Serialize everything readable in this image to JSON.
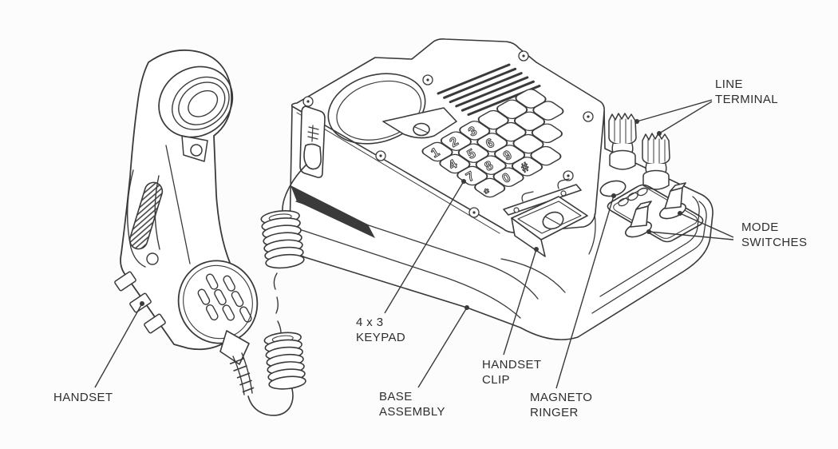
{
  "figure": {
    "description": "Line drawing of a digital field telephone: handset with coiled cord and base assembly",
    "colors": {
      "line": "#3a3a3a",
      "text": "#2e2e2e",
      "background": "#fcfcfc"
    },
    "labels": {
      "handset": {
        "line1": "HANDSET"
      },
      "keypad": {
        "line1": "4 x 3",
        "line2": "KEYPAD"
      },
      "base_assembly": {
        "line1": "BASE",
        "line2": "ASSEMBLY"
      },
      "handset_clip": {
        "line1": "HANDSET",
        "line2": "CLIP"
      },
      "magneto_ringer": {
        "line1": "MAGNETO",
        "line2": "RINGER"
      },
      "line_terminal": {
        "line1": "LINE",
        "line2": "TERMINAL"
      },
      "mode_switches": {
        "line1": "MODE",
        "line2": "SWITCHES"
      }
    },
    "keypad_keys": [
      "1",
      "2",
      "3",
      "4",
      "5",
      "6",
      "7",
      "8",
      "9",
      "*",
      "0",
      "#"
    ]
  }
}
